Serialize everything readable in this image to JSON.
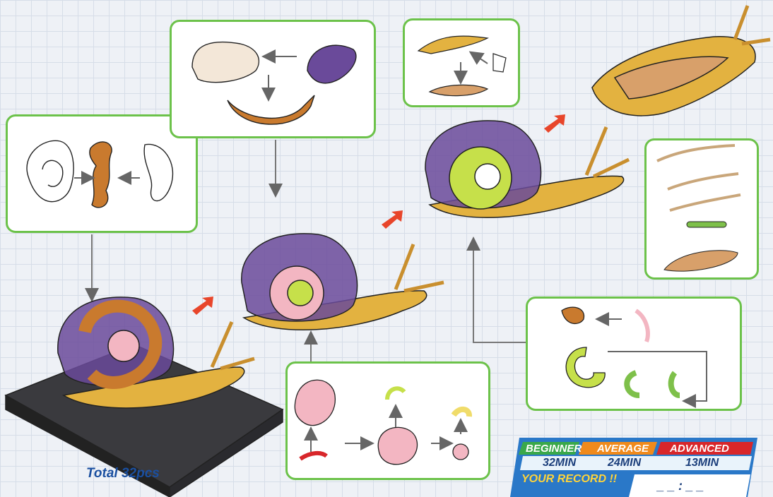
{
  "total_label": "Total 32pcs",
  "record": {
    "levels": [
      {
        "label": "BEGINNER",
        "time": "32MIN",
        "color": "#3aa84a"
      },
      {
        "label": "AVERAGE",
        "time": "24MIN",
        "color": "#f08a1c"
      },
      {
        "label": "ADVANCED",
        "time": "13MIN",
        "color": "#d8262a"
      }
    ],
    "your_record_label": "YOUR RECORD !!",
    "record_placeholder": "_ _ : _ _"
  },
  "colors": {
    "panel_border": "#6cc24a",
    "arrow_red": "#e8452a",
    "shell_brown": "#c97a2e",
    "organ_purple": "#6a4a9a",
    "organ_green": "#c6e04a",
    "organ_pink": "#f3b6c2",
    "body_yellow": "#e3b240",
    "base_gray": "#3a3a3e",
    "record_blue": "#2a78c8"
  }
}
